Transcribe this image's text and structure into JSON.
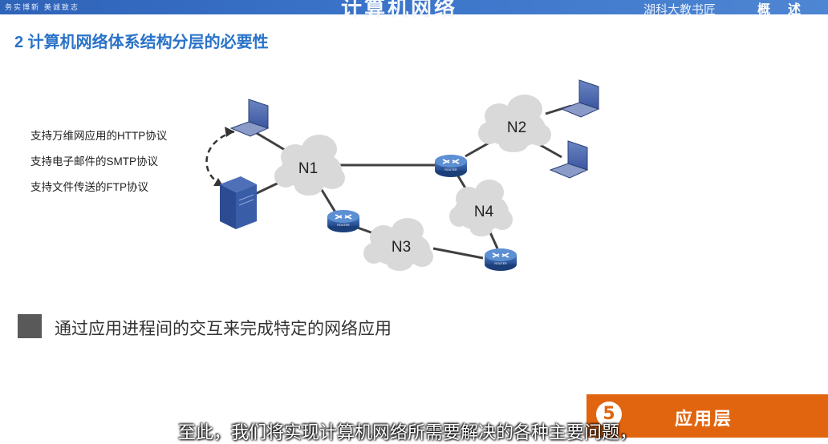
{
  "header": {
    "motto": "务实博新  美诚致志",
    "banner": "计算机网络",
    "school": "湖科大教书匠",
    "chapter": "概述"
  },
  "section_title": "2 计算机网络体系结构分层的必要性",
  "protocols": [
    "支持万维网应用的HTTP协议",
    "支持电子邮件的SMTP协议",
    "支持文件传送的FTP协议"
  ],
  "networks": {
    "n1": "N1",
    "n2": "N2",
    "n3": "N3",
    "n4": "N4"
  },
  "router_label": "ROUTER",
  "bullet": "通过应用进程间的交互来完成特定的网络应用",
  "layer": {
    "number": "5",
    "label": "应用层"
  },
  "subtitle": "至此，我们将实现计算机网络所需要解决的各种主要问题，",
  "colors": {
    "accent_blue": "#2a73c8",
    "layer_orange": "#e1650f",
    "cloud_gray": "#d9d9d9",
    "router_blue": "#2f5fa7"
  }
}
